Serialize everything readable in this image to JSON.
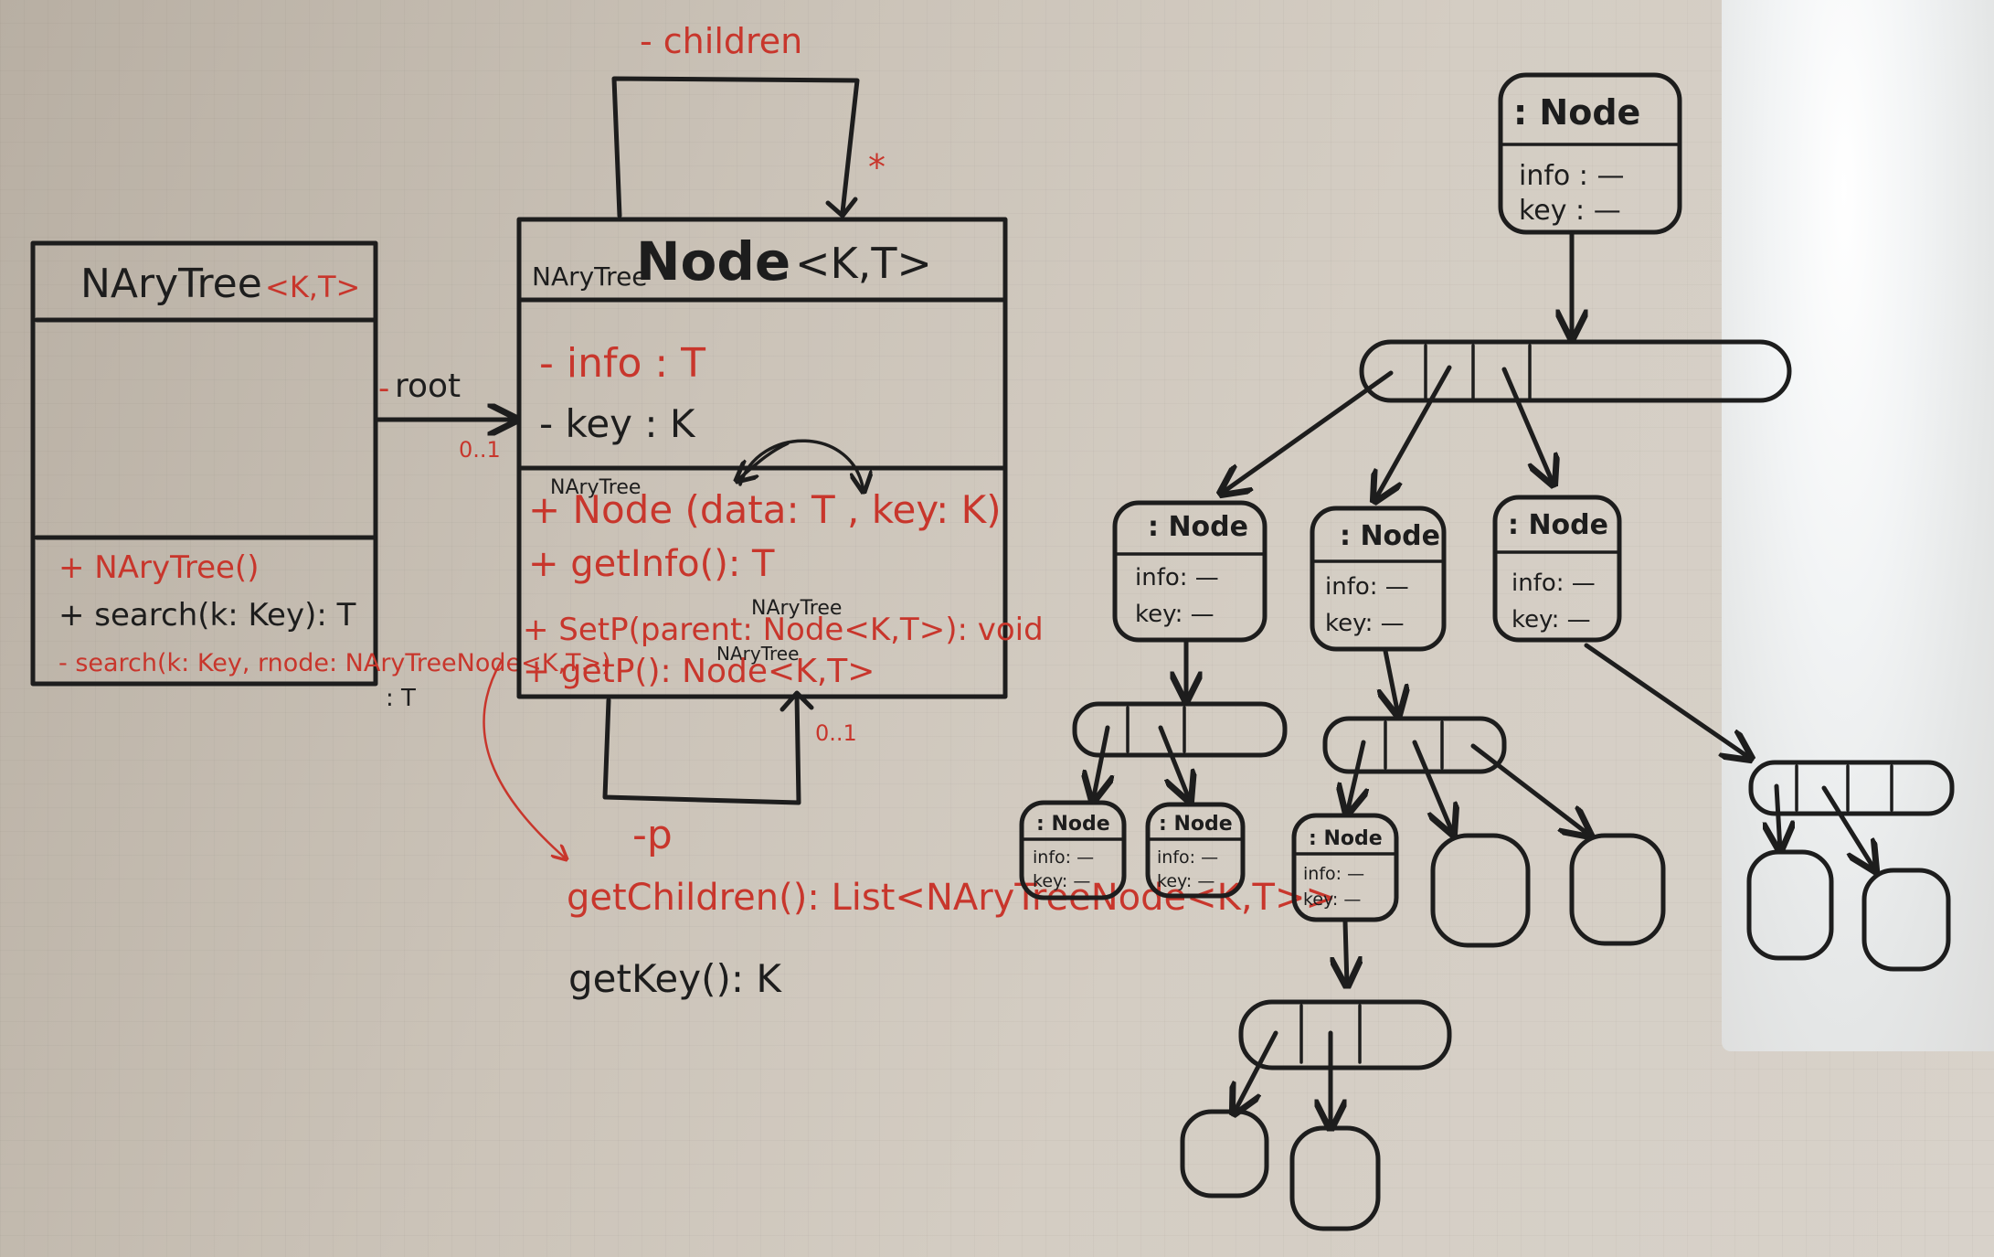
{
  "nary_tree": {
    "title": "NAryTree",
    "generic": "<K,T>",
    "methods": [
      {
        "text": "+ NAryTree()",
        "color": "red"
      },
      {
        "text": "+ search(k: Key): T",
        "color": "black"
      },
      {
        "text": "- search(k: Key, rnode: NAryTreeNode<K,T>)",
        "color": "red"
      }
    ],
    "return_type": ": T"
  },
  "association": {
    "role": "root",
    "role_prefix": "-",
    "multiplicity": "0..1"
  },
  "nary_tree_node": {
    "title_prefix": "NAryTree",
    "title": "Node",
    "generic": "<K,T>",
    "attributes": [
      {
        "text": "- info : T",
        "color": "red"
      },
      {
        "text": "- key : K",
        "color": "black"
      }
    ],
    "constructor_prefix": "NAryTree",
    "methods": [
      {
        "text": "+ Node (data: T , key: K)",
        "mixed": true
      },
      {
        "text": "+ getInfo(): T",
        "color": "red"
      },
      {
        "text": "+ SetP(parent: Node<K,T>): void",
        "color": "red"
      },
      {
        "text": "+ getP(): Node<K,T>",
        "color": "red"
      }
    ],
    "type_prefix_1": "NAryTree",
    "type_prefix_2": "NAryTree"
  },
  "self_assoc_children": {
    "role": "- children",
    "multiplicity": "*"
  },
  "self_assoc_parent": {
    "role": "-p",
    "multiplicity": "0..1"
  },
  "extra_methods": [
    {
      "text": "getChildren(): List<NAryTreeNode<K,T>>",
      "color": "red"
    },
    {
      "text": "getKey(): K",
      "color": "black"
    }
  ],
  "object_tree": {
    "root": {
      "title": ": Node",
      "attrs": [
        "info : —",
        "key : —"
      ]
    },
    "level1": [
      {
        "title": ": Node",
        "attrs": [
          "info: —",
          "key: —"
        ]
      },
      {
        "title": ": Node",
        "attrs": [
          "info: —",
          "key: —"
        ]
      },
      {
        "title": ": Node",
        "attrs": [
          "info: —",
          "key: —"
        ]
      }
    ],
    "level2": [
      {
        "title": ": Node",
        "attrs": [
          "info: —",
          "key: —"
        ]
      },
      {
        "title": ": Node",
        "attrs": [
          "info: —",
          "key: —"
        ]
      },
      {
        "title": ": Node",
        "attrs": [
          "info: —",
          "key: —"
        ]
      }
    ]
  }
}
